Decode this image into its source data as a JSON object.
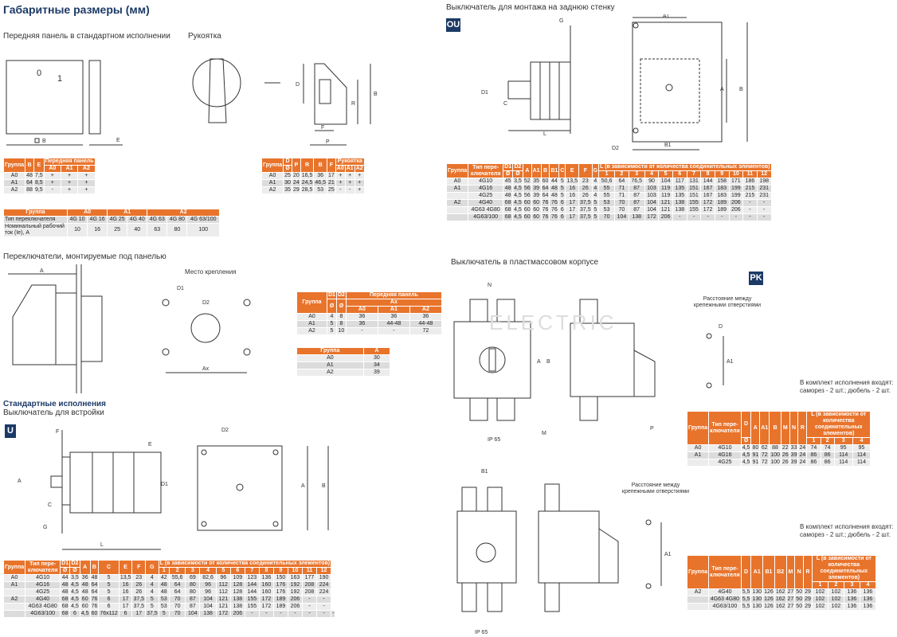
{
  "page_title": "Габаритные размеры (мм)",
  "captions": {
    "front_panel": "Передняя панель в стандартном исполнении",
    "handle": "Рукоятка",
    "rear_wall": "Выключатель для монтажа на заднюю стенку",
    "panel_mount": "Переключатели, монтируемые под панелью",
    "mount_place": "Место крепления",
    "standard": "Стандартные исполнения",
    "built_in": "Выключатель для встройки",
    "plastic": "Выключатель в пластмассовом корпусе",
    "hole_dist_1": "Расстояние между крепежными отверстиями",
    "hole_dist_2": "Расстояние между крепежными отверстиями",
    "kit_1": "В комплект исполнения входят: саморез - 2 шт.; дюбель - 2 шт.",
    "kit_2": "В комплект исполнения входят: саморез - 2 шт.; дюбель - 2 шт.",
    "ip_1": "IP 65",
    "ip_2": "IP 65",
    "watermark": "ELECTRIC"
  },
  "badges": {
    "ou": "OU",
    "u": "U",
    "pk": "PK"
  },
  "drawing_labels": {
    "d": "D",
    "b": "B",
    "e": "E",
    "f": "F",
    "p": "P",
    "r": "R",
    "a": "A",
    "a1": "A1",
    "b1": "B1",
    "d1": "D1",
    "d2": "D2",
    "c": "C",
    "g": "G",
    "l": "L",
    "ax": "Ax",
    "n": "N",
    "m": "M",
    "knob_0": "0",
    "knob_1": "1"
  },
  "table_front": {
    "headers": [
      "Группа",
      "B",
      "E",
      "Передняя панель",
      "A0",
      "A1",
      "A2"
    ],
    "rows": [
      [
        "A0",
        "48",
        "7,5",
        "+",
        "+",
        "+"
      ],
      [
        "A1",
        "64",
        "8,5",
        "+",
        "+",
        "+"
      ],
      [
        "A2",
        "88",
        "9,5",
        "-",
        "+",
        "+"
      ]
    ]
  },
  "table_handle": {
    "headers": [
      "Группа",
      "D",
      "P",
      "R",
      "B",
      "F",
      "Рукоятка",
      "Ø",
      "A0",
      "A1",
      "A2"
    ],
    "rows": [
      [
        "A0",
        "25",
        "20",
        "16,5",
        "36",
        "17",
        "+",
        "+",
        "+"
      ],
      [
        "A1",
        "30",
        "24",
        "24,5",
        "46,5",
        "21",
        "+",
        "+",
        "+"
      ],
      [
        "A2",
        "35",
        "29",
        "28,5",
        "53",
        "25",
        "-",
        "-",
        "+"
      ]
    ]
  },
  "table_current": {
    "headers": [
      "Группа",
      "A0",
      "A1",
      "A2"
    ],
    "type_label": "Тип переключателя",
    "types": [
      "4G 10",
      "4G 16",
      "4G 25",
      "4G 40",
      "4G 63",
      "4G 80",
      "4G 63/100"
    ],
    "current_label": "Номинальный рабочий ток (Ie), А",
    "currents": [
      "10",
      "16",
      "25",
      "40",
      "63",
      "80",
      "100"
    ]
  },
  "table_panel": {
    "headers": [
      "Группа",
      "D1",
      "D2",
      "Передняя панель",
      "Ax",
      "Ø",
      "A0",
      "A1",
      "A2"
    ],
    "rows": [
      [
        "A0",
        "4",
        "8",
        "36",
        "36",
        "36"
      ],
      [
        "A1",
        "5",
        "8",
        "36",
        "44-48",
        "44-48"
      ],
      [
        "A2",
        "5",
        "10",
        "-",
        "-",
        "72"
      ]
    ]
  },
  "table_a": {
    "headers": [
      "Группа",
      "A"
    ],
    "rows": [
      [
        "A0",
        "30"
      ],
      [
        "A1",
        "34"
      ],
      [
        "A2",
        "39"
      ]
    ]
  },
  "table_ou": {
    "headers": [
      "Группа",
      "Тип пере-ключателя",
      "D1",
      "D2",
      "A",
      "A1",
      "B",
      "B1",
      "C",
      "E",
      "F",
      "G",
      "L (в зависимости от количества соединительных элементов)",
      "Ø"
    ],
    "nums": [
      "1",
      "2",
      "3",
      "4",
      "5",
      "6",
      "7",
      "8",
      "9",
      "10",
      "11",
      "12"
    ],
    "rows": [
      [
        "A0",
        "4G10",
        "45",
        "3,5",
        "52",
        "35",
        "60",
        "44",
        "5",
        "13,5",
        "23",
        "4",
        "50,6",
        "64",
        "76,5",
        "90",
        "104",
        "117",
        "131",
        "144",
        "158",
        "171",
        "186",
        "198"
      ],
      [
        "A1",
        "4G16",
        "48",
        "4,5",
        "56",
        "39",
        "64",
        "48",
        "5",
        "16",
        "26",
        "4",
        "55",
        "71",
        "87",
        "103",
        "119",
        "135",
        "151",
        "167",
        "183",
        "199",
        "215",
        "231"
      ],
      [
        "",
        "4G25",
        "48",
        "4,5",
        "56",
        "39",
        "64",
        "48",
        "5",
        "16",
        "26",
        "4",
        "55",
        "71",
        "87",
        "103",
        "119",
        "135",
        "151",
        "167",
        "183",
        "199",
        "215",
        "231"
      ],
      [
        "A2",
        "4G40",
        "68",
        "4,5",
        "60",
        "60",
        "76",
        "76",
        "6",
        "17",
        "37,5",
        "5",
        "53",
        "70",
        "87",
        "104",
        "121",
        "138",
        "155",
        "172",
        "189",
        "206",
        "-",
        "-"
      ],
      [
        "",
        "4G63 4G80",
        "68",
        "4,5",
        "60",
        "60",
        "76",
        "76",
        "6",
        "17",
        "37,5",
        "5",
        "53",
        "70",
        "87",
        "104",
        "121",
        "138",
        "155",
        "172",
        "189",
        "206",
        "-",
        "-"
      ],
      [
        "",
        "4G63/100",
        "68",
        "4,5",
        "60",
        "60",
        "76",
        "76",
        "6",
        "17",
        "37,5",
        "5",
        "70",
        "104",
        "138",
        "172",
        "206",
        "-",
        "-",
        "-",
        "-",
        "-",
        "-",
        "-"
      ]
    ]
  },
  "table_u": {
    "headers": [
      "Группа",
      "Тип пере-ключателя",
      "D1",
      "D2",
      "A",
      "B",
      "C",
      "E",
      "F",
      "G",
      "L (в зависимости от количества соединительных элементов)",
      "Ø"
    ],
    "nums": [
      "1",
      "2",
      "3",
      "4",
      "5",
      "6",
      "7",
      "8",
      "9",
      "10",
      "11",
      "12"
    ],
    "rows": [
      [
        "A0",
        "4G10",
        "44",
        "3,5",
        "36",
        "48",
        "5",
        "13,5",
        "23",
        "4",
        "42",
        "55,6",
        "69",
        "82,6",
        "96",
        "109",
        "123",
        "136",
        "150",
        "163",
        "177",
        "190"
      ],
      [
        "A1",
        "4G16",
        "48",
        "4,5",
        "48",
        "64",
        "5",
        "16",
        "26",
        "4",
        "48",
        "64",
        "80",
        "96",
        "112",
        "128",
        "144",
        "160",
        "176",
        "192",
        "208",
        "224"
      ],
      [
        "",
        "4G25",
        "48",
        "4,5",
        "48",
        "64",
        "5",
        "16",
        "26",
        "4",
        "48",
        "64",
        "80",
        "96",
        "112",
        "128",
        "144",
        "160",
        "176",
        "192",
        "208",
        "224"
      ],
      [
        "A2",
        "4G40",
        "68",
        "4,5",
        "60",
        "76",
        "6",
        "17",
        "37,5",
        "5",
        "53",
        "70",
        "87",
        "104",
        "121",
        "138",
        "155",
        "172",
        "189",
        "206",
        "-",
        "-"
      ],
      [
        "",
        "4G63 4G80",
        "68",
        "4,5",
        "60",
        "76",
        "6",
        "17",
        "37,5",
        "5",
        "53",
        "70",
        "87",
        "104",
        "121",
        "138",
        "155",
        "172",
        "189",
        "206",
        "-",
        "-"
      ],
      [
        "",
        "4G63/100",
        "68",
        "6",
        "4,5",
        "60",
        "76x112",
        "6",
        "17",
        "37,5",
        "5",
        "70",
        "104",
        "138",
        "172",
        "206",
        "-",
        "-",
        "-",
        "-",
        "-",
        "-",
        "-"
      ]
    ]
  },
  "table_pk1": {
    "headers": [
      "Группа",
      "Тип пере-ключателя",
      "D",
      "A",
      "A1",
      "B",
      "M",
      "N",
      "R",
      "L (в зависимости от количества соединительных элементов)",
      "Ø"
    ],
    "nums": [
      "1",
      "2",
      "3",
      "4"
    ],
    "rows": [
      [
        "A0",
        "4G10",
        "4,5",
        "80",
        "62",
        "88",
        "22",
        "33",
        "24",
        "74",
        "74",
        "95",
        "95"
      ],
      [
        "A1",
        "4G16",
        "4,5",
        "91",
        "72",
        "100",
        "26",
        "39",
        "24",
        "86",
        "86",
        "114",
        "114"
      ],
      [
        "",
        "4G25",
        "4,5",
        "91",
        "72",
        "100",
        "26",
        "39",
        "24",
        "86",
        "86",
        "114",
        "114"
      ]
    ]
  },
  "table_pk2": {
    "headers": [
      "Группа",
      "Тип пере-ключателя",
      "D",
      "A1",
      "B1",
      "B2",
      "M",
      "N",
      "R",
      "L (в зависимости от количества соединительных элементов)"
    ],
    "nums": [
      "1",
      "2",
      "3",
      "4"
    ],
    "rows": [
      [
        "A2",
        "4G40",
        "5,5",
        "130",
        "126",
        "162",
        "27",
        "50",
        "29",
        "102",
        "102",
        "136",
        "136"
      ],
      [
        "",
        "4G63 4G80",
        "5,5",
        "130",
        "126",
        "162",
        "27",
        "50",
        "29",
        "102",
        "102",
        "136",
        "136"
      ],
      [
        "",
        "4G63/100",
        "5,5",
        "130",
        "126",
        "162",
        "27",
        "50",
        "29",
        "102",
        "102",
        "136",
        "136"
      ]
    ]
  }
}
